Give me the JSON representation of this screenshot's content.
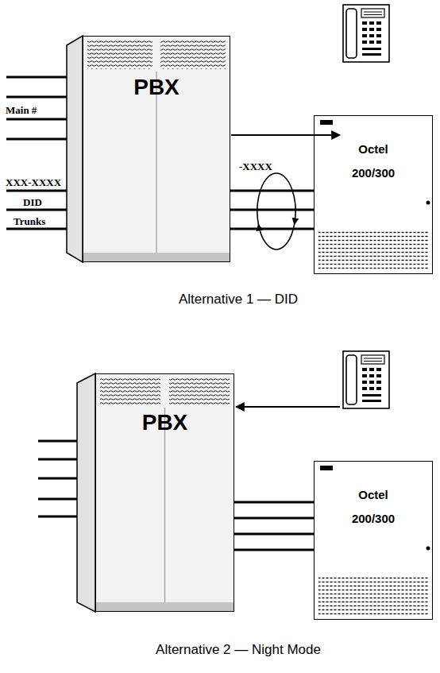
{
  "diagram": {
    "nodes": [
      {
        "text": [
          "PBX"
        ]
      },
      {
        "text": [
          "Octel",
          "200/300"
        ]
      },
      {
        "text": [
          "PBX"
        ]
      },
      {
        "text": [
          "Octel",
          "200/300"
        ]
      }
    ],
    "edges": [
      {
        "from": 0,
        "to": 1,
        "arrow": "none"
      },
      {
        "from": 0,
        "to": 1,
        "arrow": "none"
      },
      {
        "from": 0,
        "to": 1,
        "arrow": "none"
      },
      {
        "from": 2,
        "to": 3,
        "arrow": "none"
      },
      {
        "from": 2,
        "to": 3,
        "arrow": "none"
      },
      {
        "from": 2,
        "to": 3,
        "arrow": "none"
      },
      {
        "from": 2,
        "to": 3,
        "arrow": "none"
      }
    ],
    "labels": [
      "Main #",
      "XXX-XXXX",
      "DID",
      "Trunks",
      "-XXXX",
      "Alternative 1 — DID",
      "Alternative 2 — Night Mode"
    ]
  }
}
